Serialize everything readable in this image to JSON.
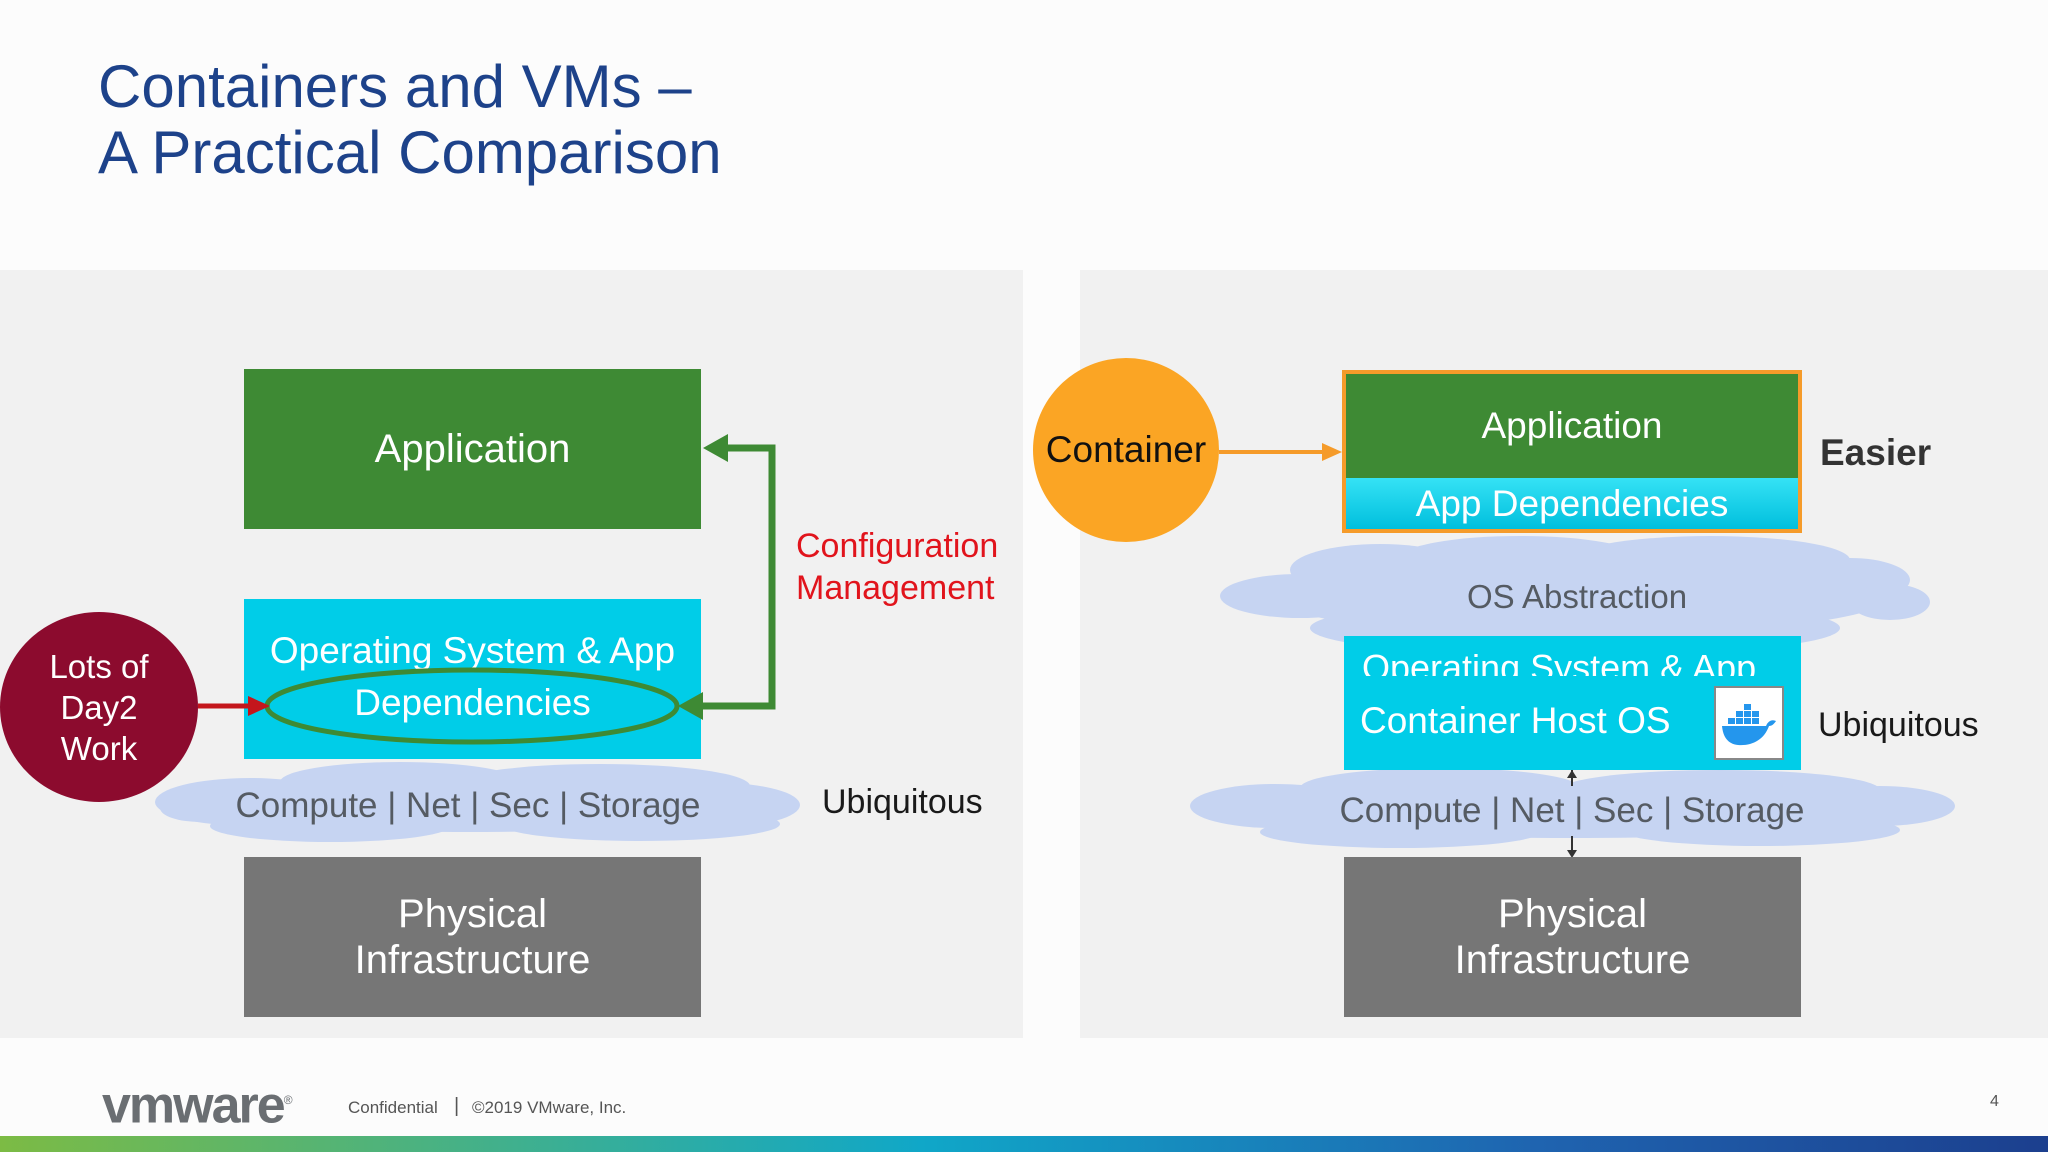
{
  "title": {
    "line1": "Containers and VMs –",
    "line2": "A Practical Comparison"
  },
  "left": {
    "application": "Application",
    "os_line1": "Operating System & App",
    "os_line2": "Dependencies",
    "cloud": "Compute | Net | Sec | Storage",
    "physical_line1": "Physical",
    "physical_line2": "Infrastructure",
    "day2_line1": "Lots of",
    "day2_line2": "Day2",
    "day2_line3": "Work",
    "config_line1": "Configuration",
    "config_line2": "Management",
    "ubiquitous": "Ubiquitous"
  },
  "right": {
    "container": "Container",
    "application": "Application",
    "app_deps": "App Dependencies",
    "easier": "Easier",
    "os_abstraction": "OS Abstraction",
    "os_partial": "Operating System & App",
    "host_os": "Container Host OS",
    "ubiquitous": "Ubiquitous",
    "cloud": "Compute | Net | Sec | Storage",
    "physical_line1": "Physical",
    "physical_line2": "Infrastructure"
  },
  "footer": {
    "logo": "vmware",
    "confidential": "Confidential",
    "separator": "|",
    "copyright": "©2019 VMware, Inc.",
    "page_number": "4"
  },
  "icons": {
    "docker": "docker-whale-icon"
  },
  "colors": {
    "title": "#1d428a",
    "green": "#3e8a34",
    "cyan": "#00cde8",
    "gray": "#767676",
    "cloud": "#c6d4f2",
    "maroon": "#8c0b2e",
    "orange": "#fba524",
    "red_arrow": "#c4161c",
    "config_text": "#e1141c"
  }
}
